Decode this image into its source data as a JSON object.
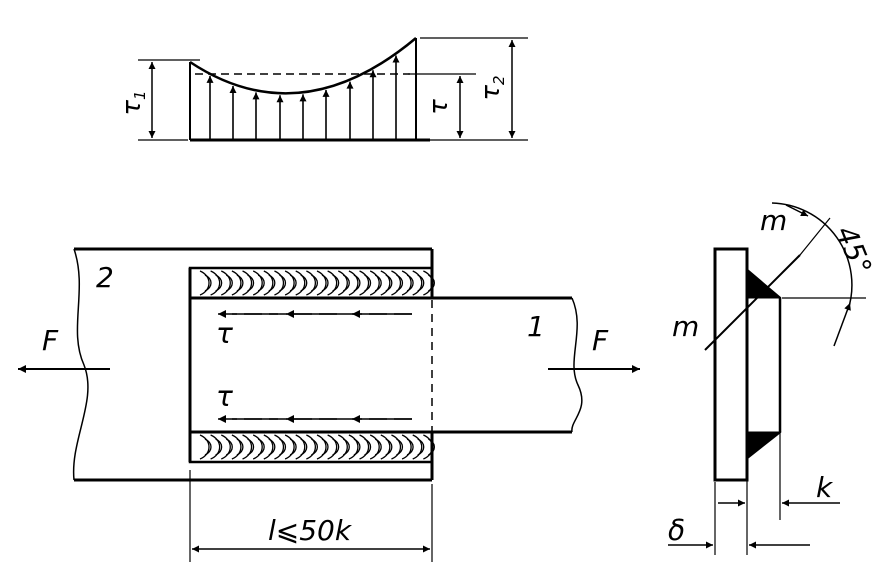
{
  "labels": {
    "tau1": "τ",
    "tau1_sub": "1",
    "tau": "τ",
    "tau2": "τ",
    "tau2_sub": "2",
    "part_2": "2",
    "part_1": "1",
    "force_left": "F",
    "force_right": "F",
    "shear_upper": "τ",
    "shear_lower": "τ",
    "length_limit": "l⩽50k",
    "section_m_top": "m",
    "section_m_bottom": "m",
    "angle": "45°",
    "leg_k": "k",
    "thickness": "δ"
  },
  "colors": {
    "line": "#000000",
    "background": "#ffffff"
  }
}
